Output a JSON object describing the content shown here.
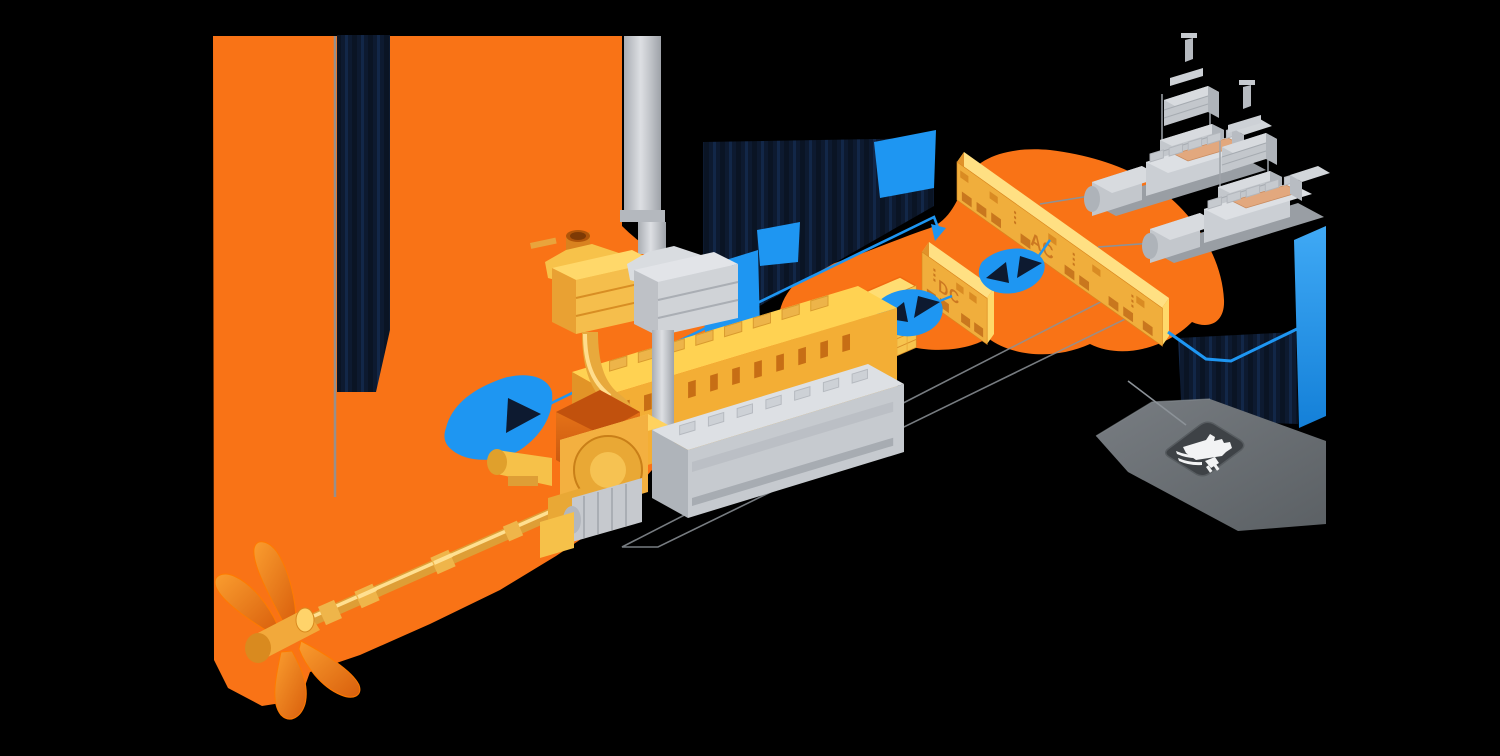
{
  "diagram": {
    "labels": {
      "dc_switchboard": "DC",
      "ac_switchboard": "AC"
    },
    "colors": {
      "background": "#000000",
      "accent_orange": "#F97316",
      "accent_blue": "#1E96F2",
      "navy_shadow": "#0D1A30",
      "component_yellow": "#F6BE4B",
      "component_yellow_light": "#FFD96A",
      "component_amber": "#E89B2D",
      "hot_orange": "#E2570A",
      "gold_shaft": "#DE9E36",
      "gray_light": "#D4D6DA",
      "gray_mid": "#BFC2C7",
      "quay_gray": "#70757A",
      "line_gray": "#8C9298",
      "label_orange": "#C9731F",
      "icon_white": "#F2F3F4"
    },
    "components": [
      "propeller",
      "propeller-shaft",
      "gearbox",
      "shaft-motor",
      "main-engine",
      "main-engine-exhaust-silencer",
      "auxiliary-engine",
      "auxiliary-exhaust-silencer",
      "exhaust-duct",
      "battery-bank-1",
      "battery-bank-2",
      "dc-switchboard",
      "ac-switchboard",
      "generator-set-1",
      "generator-set-2",
      "generator-silencer-1",
      "generator-silencer-2",
      "shore-power-quay",
      "shore-power-tile",
      "ship-plug-icon",
      "power-flow-arrows"
    ]
  }
}
